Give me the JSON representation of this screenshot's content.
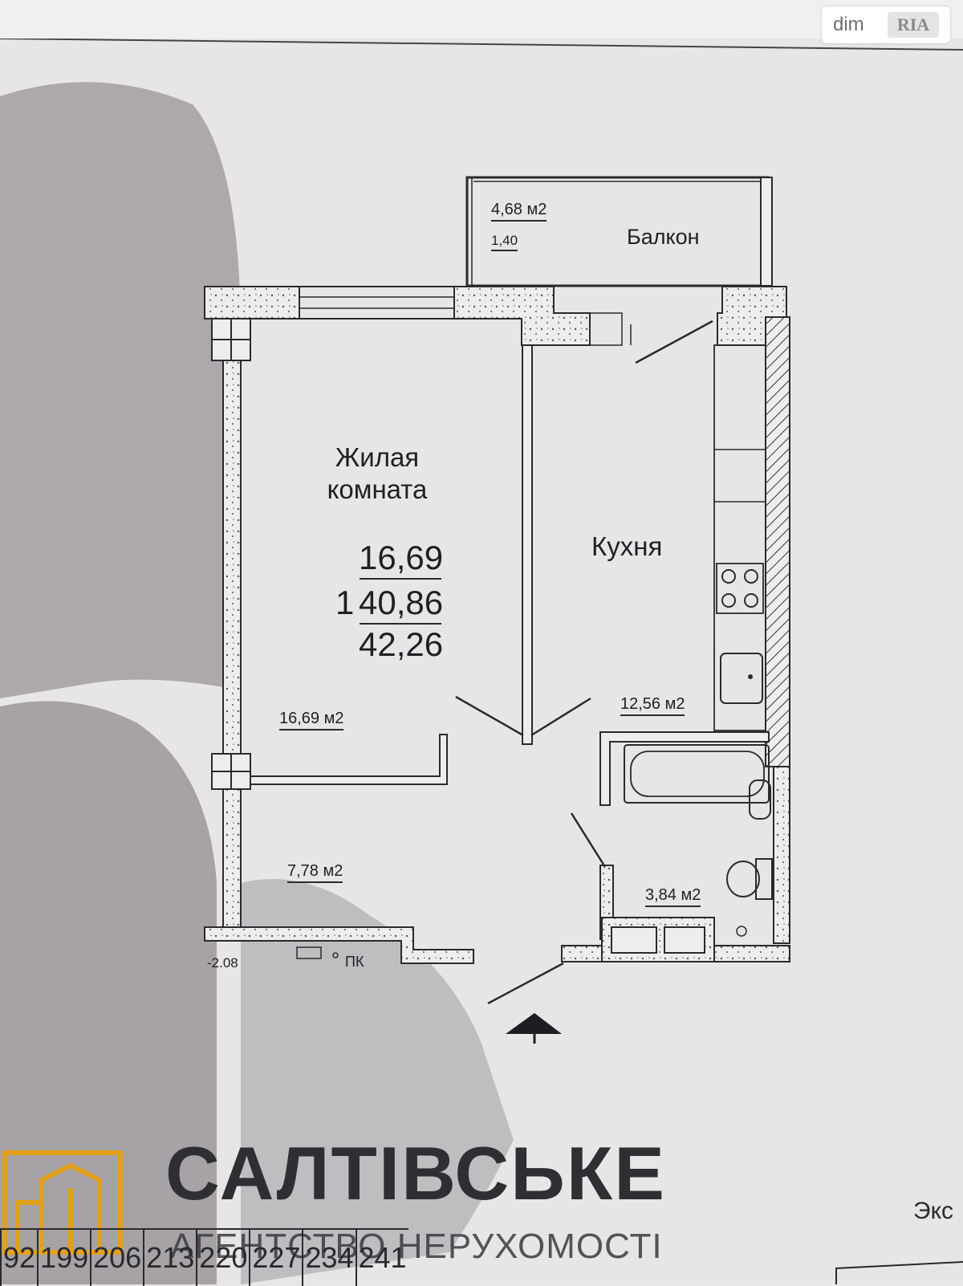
{
  "watermark": {
    "brand": "dim",
    "brand_badge": "RIA"
  },
  "plan": {
    "balcony": {
      "name": "Балкон",
      "area": "4,68 м2",
      "coef": "1,40"
    },
    "living_room": {
      "name_line1": "Жилая",
      "name_line2": "комната",
      "area": "16,69 м2",
      "summary": {
        "living": "16,69",
        "rooms": "1",
        "total": "40,86",
        "total_with_balcony": "42,26"
      }
    },
    "kitchen": {
      "name": "Кухня",
      "area": "12,56 м2"
    },
    "hall": {
      "area": "7,78 м2"
    },
    "bathroom": {
      "area": "3,84 м2"
    },
    "notes": {
      "left_mark": "-2.08",
      "pk": "ПК"
    }
  },
  "logo": {
    "title": "САЛТІВСЬКЕ",
    "subtitle": "АГЕНТСТВО НЕРУХОМОСТІ"
  },
  "stair_numbers": [
    "92",
    "199",
    "206",
    "213",
    "220",
    "227",
    "234",
    "241"
  ],
  "corner_text": "Экс"
}
